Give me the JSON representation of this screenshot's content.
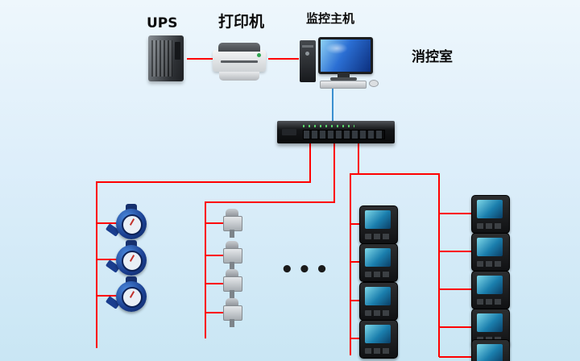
{
  "colors": {
    "connection_line": "#ff0000",
    "uplink_line": "#3a8fd0",
    "background_top": "#eef7fc",
    "background_bottom": "#c9e6f4"
  },
  "labels": {
    "ups": "UPS",
    "printer": "打印机",
    "monitor_host": "监控主机",
    "control_room": "消控室",
    "ellipsis": "•••"
  },
  "diagram": {
    "type": "system-topology",
    "nodes": [
      {
        "id": "ups",
        "label": "UPS",
        "kind": "ups-tower"
      },
      {
        "id": "printer",
        "label": "打印机",
        "kind": "laser-printer"
      },
      {
        "id": "monitor-host",
        "label": "监控主机",
        "kind": "desktop-computer"
      },
      {
        "id": "control-room",
        "label": "消控室",
        "kind": "room-label"
      },
      {
        "id": "data-collector",
        "kind": "rack-switch"
      },
      {
        "id": "water-meter-group",
        "kind": "water-meter",
        "count": 3
      },
      {
        "id": "sensor-group",
        "kind": "valve-sensor",
        "count": 4
      },
      {
        "id": "meter-column-1",
        "kind": "panel-meter",
        "count": 4
      },
      {
        "id": "meter-column-2",
        "kind": "panel-meter",
        "count": 5
      }
    ],
    "edges": [
      {
        "from": "ups",
        "to": "printer",
        "style": "red"
      },
      {
        "from": "printer",
        "to": "monitor-host",
        "style": "red"
      },
      {
        "from": "monitor-host",
        "to": "data-collector",
        "style": "blue"
      },
      {
        "from": "data-collector",
        "to": "water-meter-group",
        "style": "red"
      },
      {
        "from": "data-collector",
        "to": "sensor-group",
        "style": "red"
      },
      {
        "from": "data-collector",
        "to": "meter-column-1",
        "style": "red"
      },
      {
        "from": "data-collector",
        "to": "meter-column-2",
        "style": "red"
      }
    ]
  }
}
